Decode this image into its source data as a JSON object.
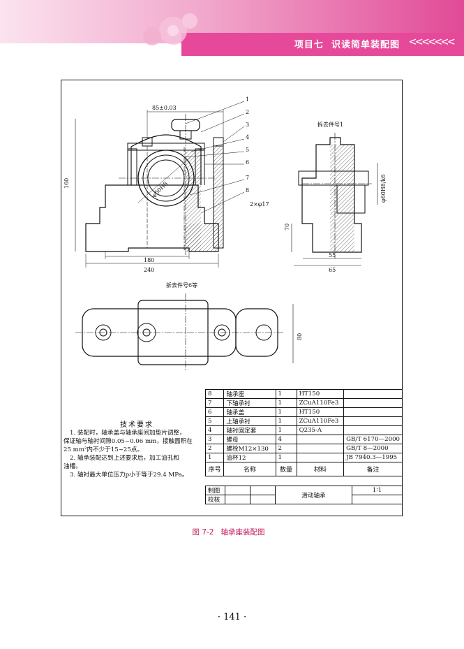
{
  "header": {
    "chapter": "项目七",
    "title": "识读简单装配图",
    "chevrons": "<<<<<<<"
  },
  "drawing": {
    "remove_part_1": "拆去件号1",
    "remove_part_6": "拆去件号6等",
    "leaders": [
      "1",
      "2",
      "3",
      "4",
      "5",
      "6",
      "7",
      "8"
    ],
    "dims": {
      "d85": "85±0.03",
      "d160": "160",
      "d50": "φ50H8",
      "d2x17": "2×φ17",
      "d70": "70",
      "d180": "180",
      "d240": "240",
      "d55": "55",
      "d65": "65",
      "d60": "φ60H8/k6",
      "d80": "80"
    }
  },
  "notes": {
    "title": "技术要求",
    "lines": [
      "1. 装配时，轴承盖与轴承座间加垫片调整，",
      "保证轴与轴衬间隙0.05~0.06 mm，接触面积在",
      "25 mm²内不少于15~25点。",
      "2. 轴承装配达到上述要求后，加工油孔和",
      "油槽。",
      "3. 轴衬最大单位压力p小于等于29.4 MPa。"
    ]
  },
  "bom": {
    "headers": [
      "序号",
      "名称",
      "数量",
      "材料",
      "备注"
    ],
    "rows": [
      [
        "8",
        "轴承座",
        "1",
        "HT150",
        ""
      ],
      [
        "7",
        "下轴承衬",
        "1",
        "ZCuA110Fe3",
        ""
      ],
      [
        "6",
        "轴承盖",
        "1",
        "HT150",
        ""
      ],
      [
        "5",
        "上轴承衬",
        "1",
        "ZCuA110Fe3",
        ""
      ],
      [
        "4",
        "轴衬固定套",
        "1",
        "Q235-A",
        ""
      ],
      [
        "3",
        "螺母",
        "4",
        "",
        "GB/T 6170—2000"
      ],
      [
        "2",
        "螺栓M12×130",
        "2",
        "",
        "GB/T 8—2000"
      ],
      [
        "1",
        "油杯12",
        "1",
        "",
        "JB 7940.3—1995"
      ]
    ]
  },
  "title_block": {
    "drawn_label": "制图",
    "checked_label": "校核",
    "name": "滑动轴承",
    "scale": "1∶1"
  },
  "caption": {
    "number": "图 7-2",
    "text": "轴承座装配图"
  },
  "page_number": "· 141 ·",
  "colors": {
    "header_pink": "#e6499a",
    "caption_pink": "#c2185b"
  }
}
